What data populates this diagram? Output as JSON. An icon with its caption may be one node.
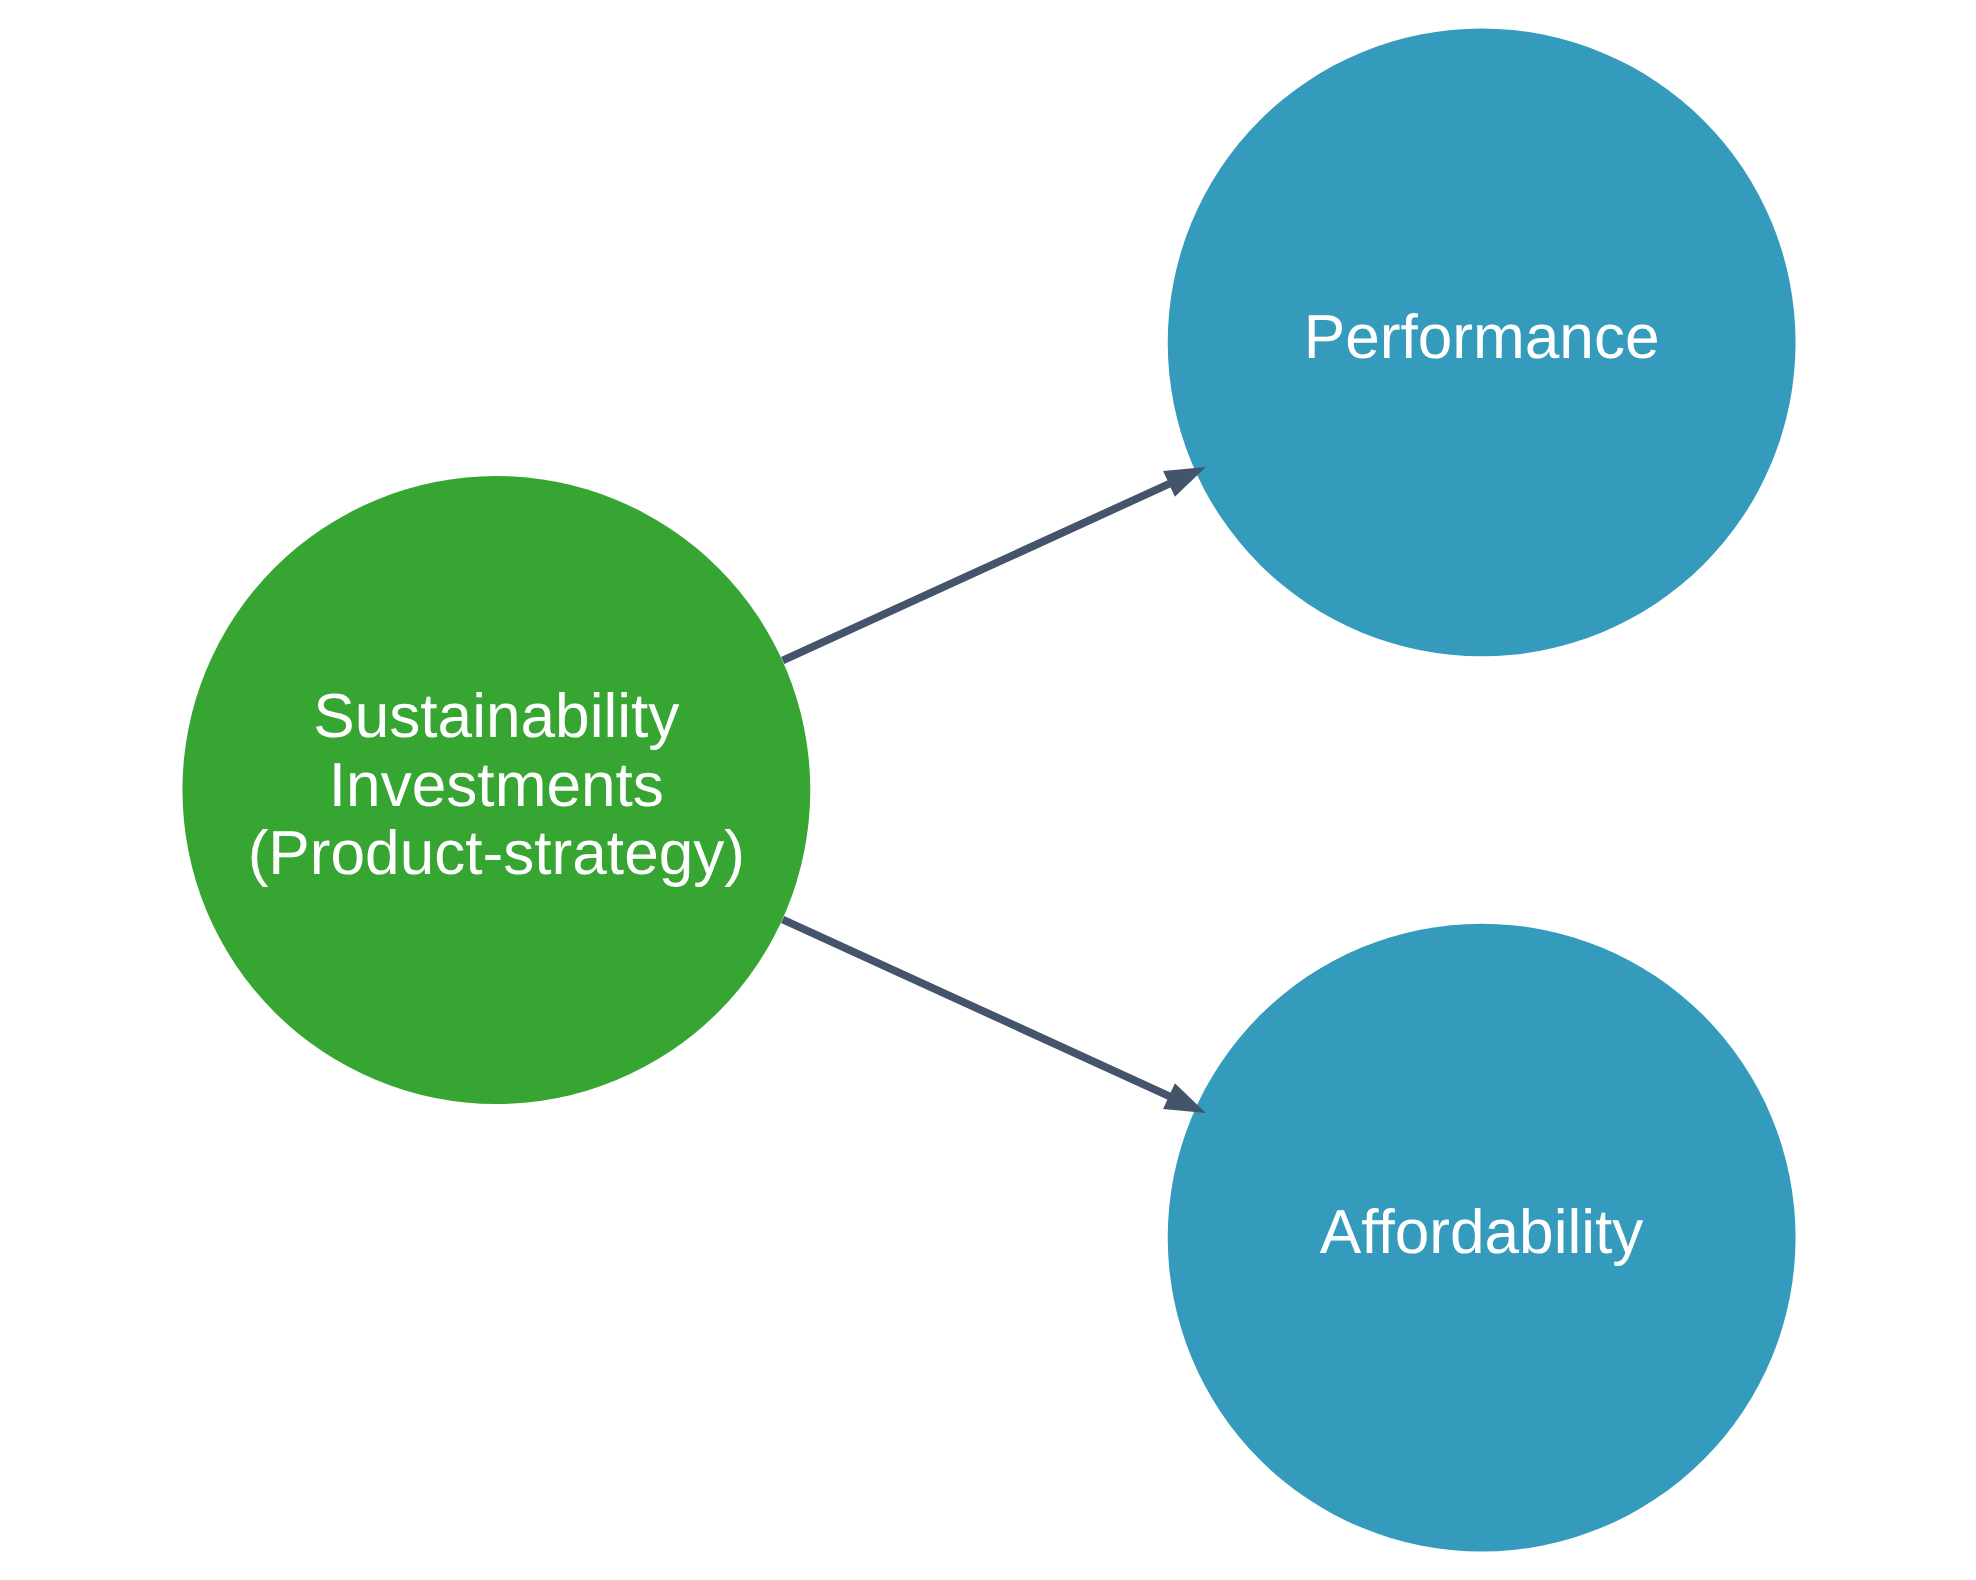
{
  "diagram": {
    "nodes": [
      {
        "text": [
          "Sustainability Investments (Product-strategy)"
        ]
      },
      {
        "text": [
          "Performance"
        ]
      },
      {
        "text": [
          "Affordability"
        ]
      }
    ],
    "edges": [
      {
        "from": 0,
        "to": 1,
        "arrow": "to"
      },
      {
        "from": 0,
        "to": 2,
        "arrow": "to"
      }
    ]
  }
}
